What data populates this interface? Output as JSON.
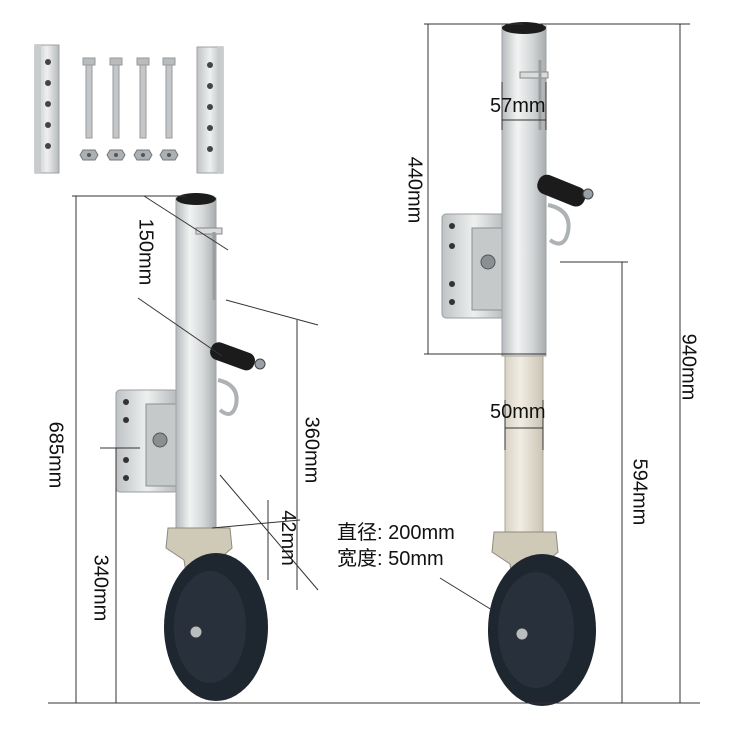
{
  "header_text": "",
  "left_jack": {
    "dims": {
      "overall_height": "685mm",
      "top_to_clamp": "150mm",
      "handle_to_bracket": "360mm",
      "tube_offset": "42mm",
      "bracket_to_ground": "340mm"
    }
  },
  "right_jack": {
    "dims": {
      "tube_width": "57mm",
      "retracted_upper": "440mm",
      "inner_tube_width": "50mm",
      "extended_height": "940mm",
      "travel": "594mm"
    }
  },
  "wheel_spec": {
    "diameter": "直径: 200mm",
    "width": "宽度: 50mm"
  },
  "colors": {
    "steel": "#d5d7d8",
    "dim_line": "#333333",
    "wheel": "#1e2630",
    "bracket": "#cfd2d3",
    "handle": "#1b1b1b"
  },
  "icons": [
    "mounting-plate-icon",
    "bolt-icon",
    "nut-icon",
    "jack-icon",
    "wheel-icon"
  ]
}
